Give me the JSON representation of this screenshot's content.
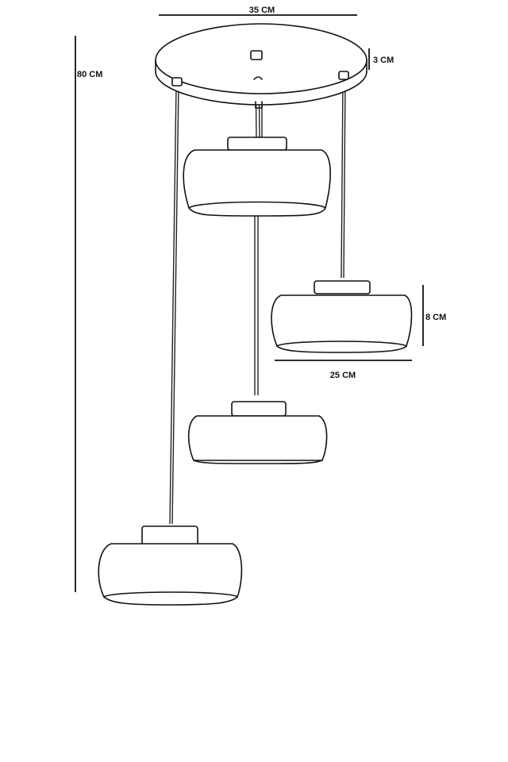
{
  "dimensions": {
    "canopy_width": "35 CM",
    "canopy_height": "3 CM",
    "total_height": "80 CM",
    "shade_height": "8 CM",
    "shade_width": "25 CM"
  }
}
